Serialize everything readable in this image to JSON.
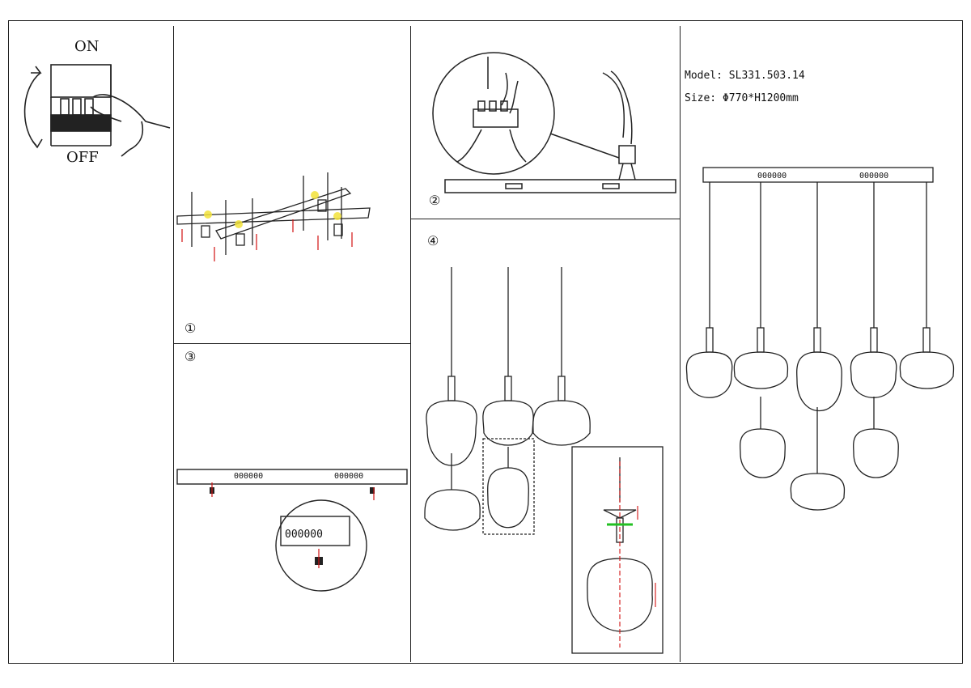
{
  "switch": {
    "on_label": "ON",
    "off_label": "OFF"
  },
  "steps": {
    "s1": "①",
    "s2": "②",
    "s3": "③",
    "s4": "④"
  },
  "canopy_holes": "000000",
  "spec": {
    "model_line": "Model: SL331.503.14",
    "size_line": "Size: Φ770*H1200mm"
  },
  "colors": {
    "line": "#222222",
    "accent_red": "#d11111",
    "accent_yellow": "#f2e23a",
    "accent_green": "#22c022"
  }
}
